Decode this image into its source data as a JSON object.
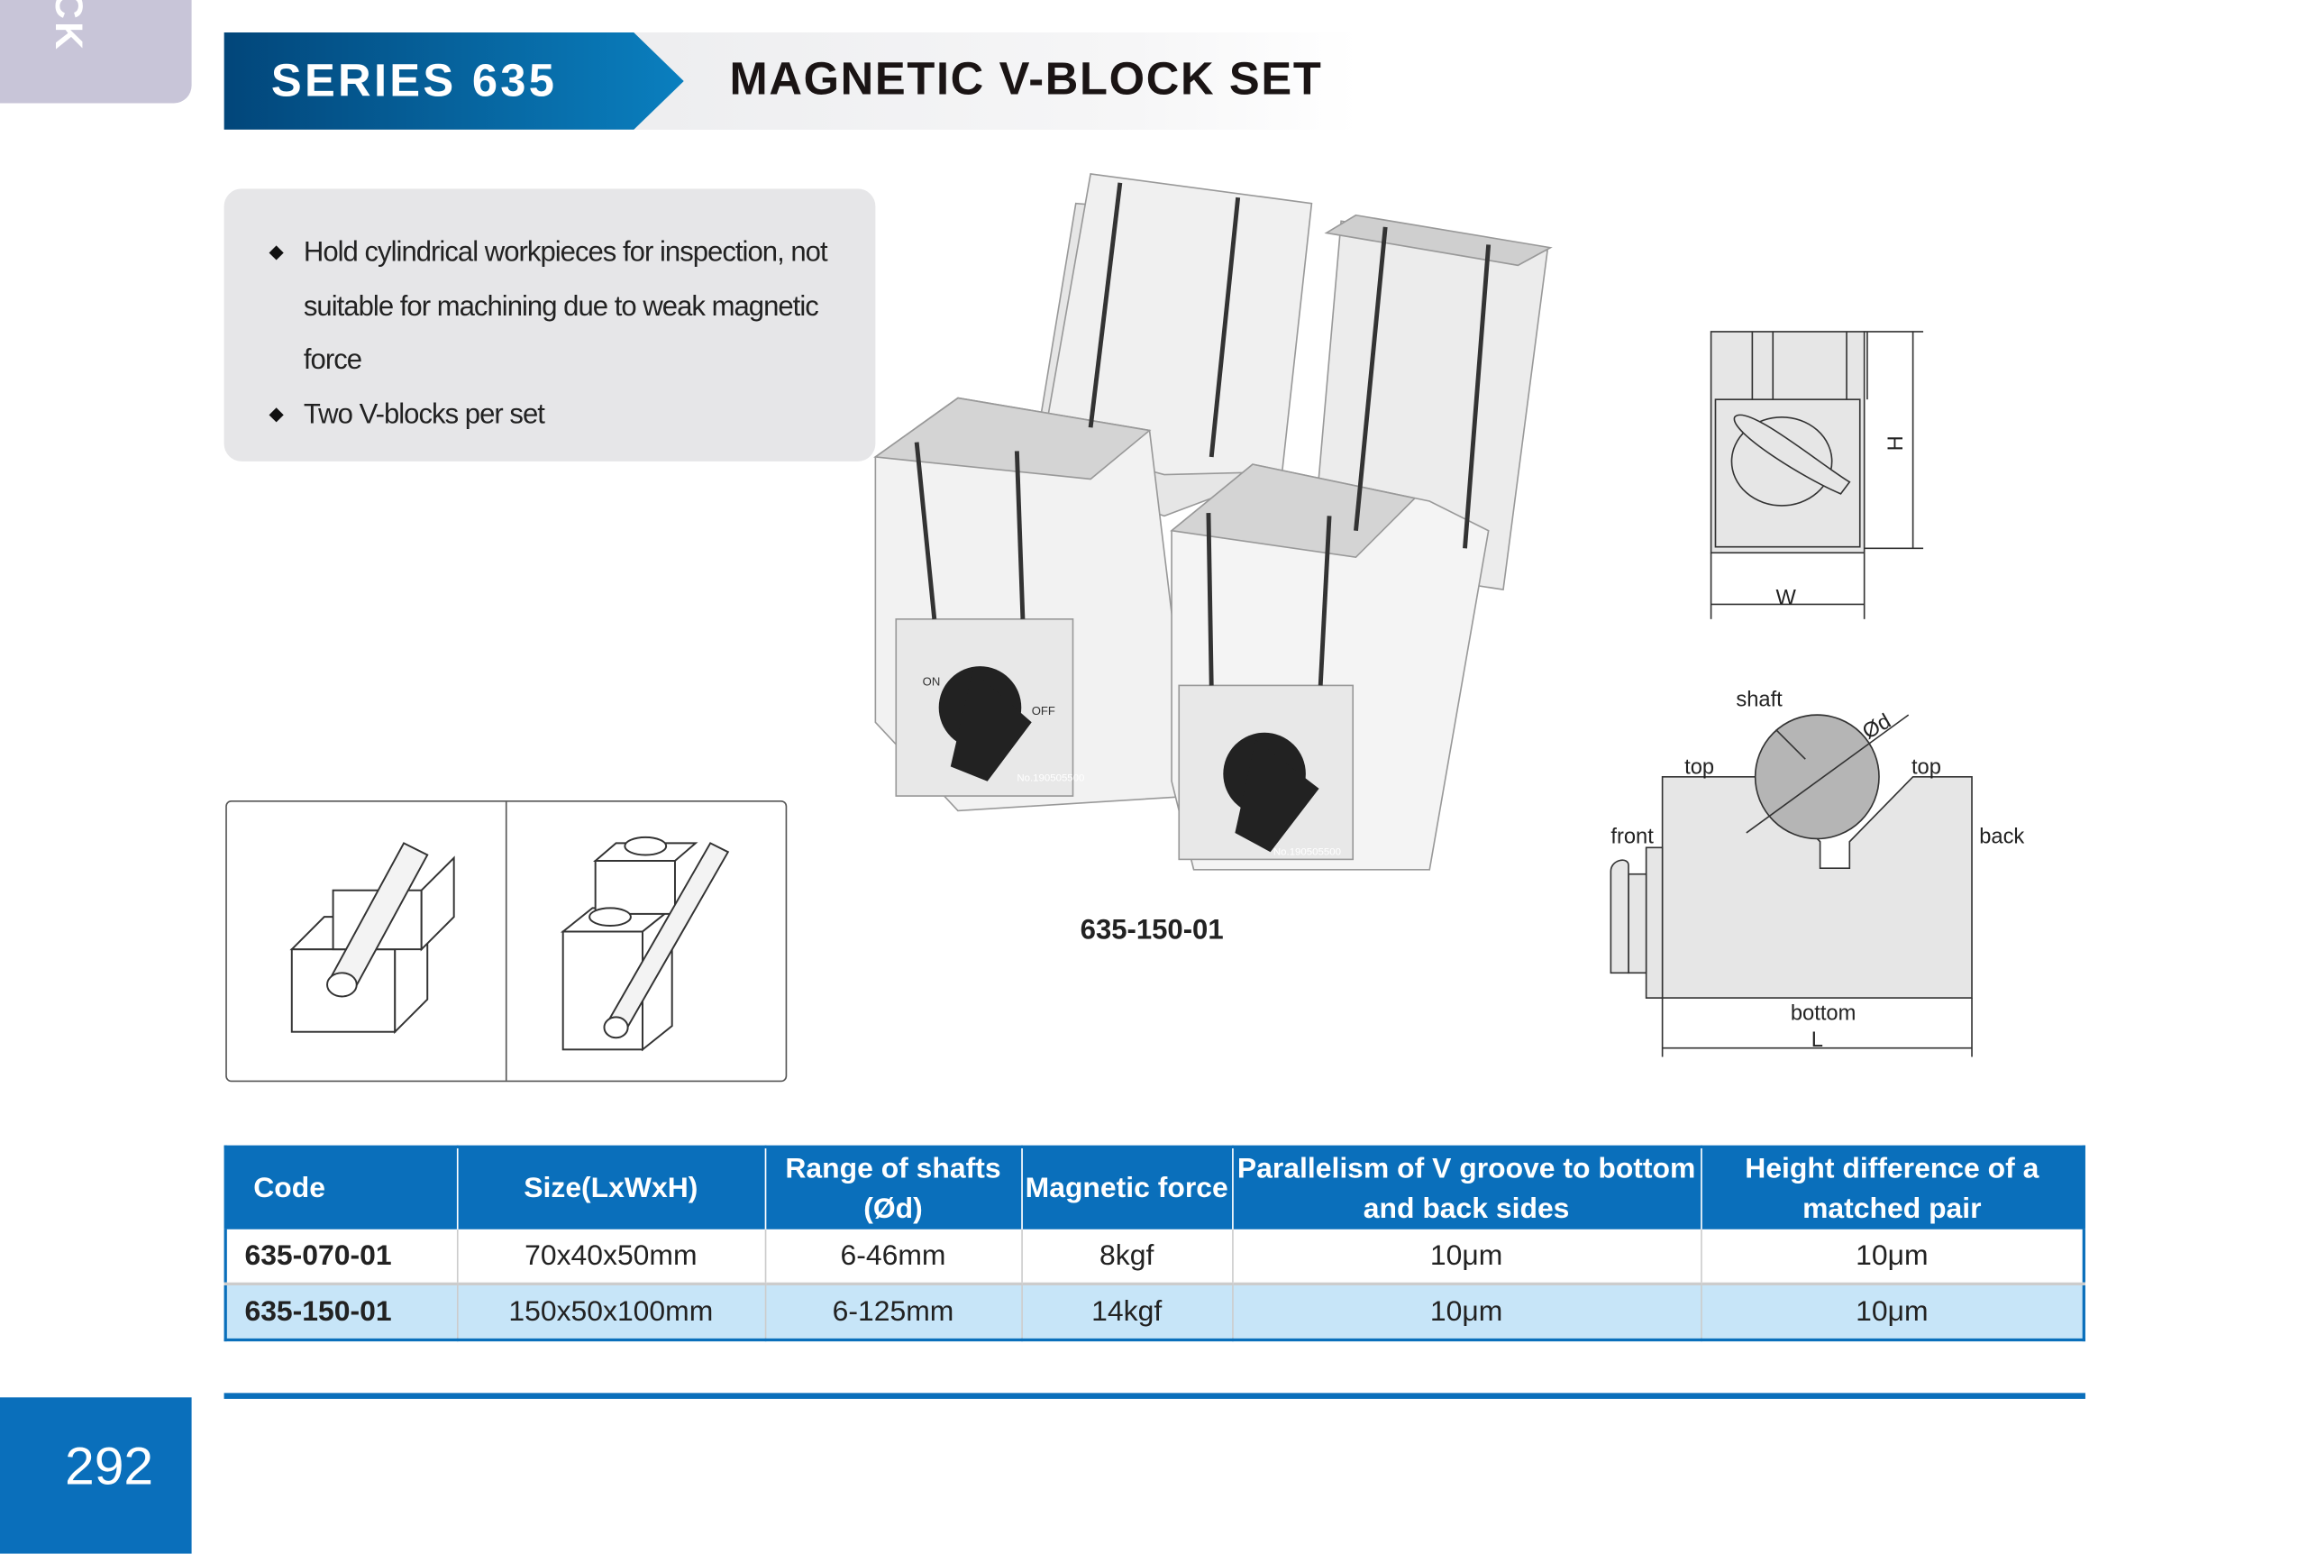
{
  "side_tab": {
    "label": "CK"
  },
  "header": {
    "series": "SERIES 635",
    "title": "MAGNETIC V-BLOCK SET"
  },
  "features": [
    "Hold cylindrical workpieces for inspection, not suitable for machining due to weak magnetic force",
    "Two V-blocks per set"
  ],
  "photo": {
    "caption": "635-150-01",
    "dial_on": "ON",
    "dial_off": "OFF",
    "serial": "No.190505500"
  },
  "diagram": {
    "w": "W",
    "h": "H",
    "shaft": "shaft",
    "dia": "Ød",
    "top_left": "top",
    "top_right": "top",
    "front": "front",
    "back": "back",
    "bottom": "bottom",
    "l": "L"
  },
  "table": {
    "headers": [
      "Code",
      "Size(LxWxH)",
      "Range of shafts (Ød)",
      "Magnetic force",
      "Parallelism of V groove to bottom and back sides",
      "Height difference of a matched pair"
    ],
    "rows": [
      [
        "635-070-01",
        "70x40x50mm",
        "6-46mm",
        "8kgf",
        "10μm",
        "10μm"
      ],
      [
        "635-150-01",
        "150x50x100mm",
        "6-125mm",
        "14kgf",
        "10μm",
        "10μm"
      ]
    ]
  },
  "page_number": "292"
}
